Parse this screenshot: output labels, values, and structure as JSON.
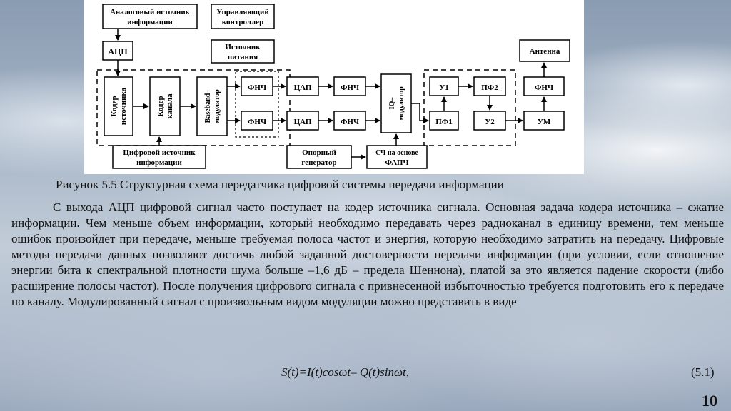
{
  "figure": {
    "blocks": {
      "analog_source": [
        "Аналоговый источник",
        "информации"
      ],
      "controller": [
        "Управляющий",
        "контроллер"
      ],
      "adc": "АЦП",
      "power": [
        "Источник",
        "питания"
      ],
      "antenna": "Антенна",
      "source_coder": [
        "Кодер",
        "источника"
      ],
      "channel_coder": [
        "Кодер",
        "канала"
      ],
      "baseband_mod": [
        "Baseband–",
        "модулятор"
      ],
      "lpf_top": "ФНЧ",
      "lpf_bottom": "ФНЧ",
      "dac_top": "ЦАП",
      "dac_bottom": "ЦАП",
      "lpf2_top": "ФНЧ",
      "lpf2_bottom": "ФНЧ",
      "iq_mod": [
        "IQ–",
        "модулятор"
      ],
      "u1": "У1",
      "bpf1": "ПФ1",
      "bpf2": "ПФ2",
      "u2": "У2",
      "lpf_out": "ФНЧ",
      "pa": "УМ",
      "digital_source": [
        "Цифровой источник",
        "информации"
      ],
      "ref_osc": [
        "Опорный",
        "генератор"
      ],
      "synth": [
        "СЧ на основе",
        "ФАПЧ"
      ]
    }
  },
  "caption": "Рисунок 5.5 Структурная схема передатчика цифровой системы передачи информации",
  "paragraph": "С выхода АЦП цифровой сигнал часто поступает на кодер источника сигнала. Основная задача кодера источника – сжатие информации. Чем меньше объем информации, который необходимо передавать через радиоканал в единицу времени, тем меньше ошибок произойдет при передаче, меньше требуемая полоса частот и энергия, которую необходимо затратить на передачу. Цифровые методы передачи данных позволяют достичь любой заданной достоверности передачи информации (при условии, если отношение энергии бита к спектральной плотности шума больше –1,6 дБ – предела Шеннона), платой за это является падение скорости (либо расширение полосы частот). После получения цифрового сигнала с привнесенной избыточностью требуется подготовить его к передаче по каналу. Модулированный сигнал с произвольным видом модуляции можно представить в виде",
  "formula": "S(t)=I(t)cosωt– Q(t)sinωt,",
  "equation_number": "(5.1)",
  "page_number": "10"
}
